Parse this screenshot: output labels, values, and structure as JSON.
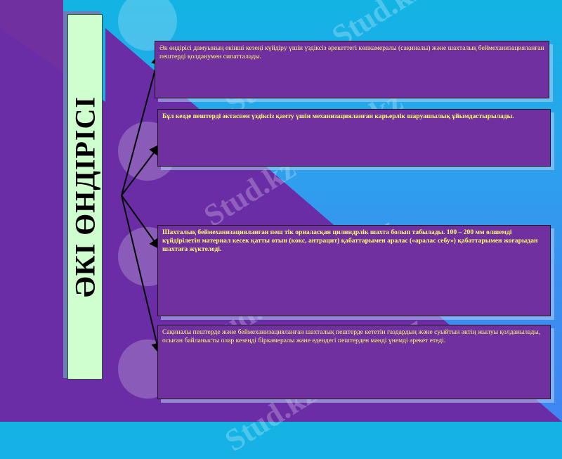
{
  "title": "ӘКІ ӨНДІРІСІ",
  "watermark": "Stud.kz - Stud.kz",
  "boxes": [
    {
      "text": "Әк өндірісі дамуының екінші кезеңі күйдіру үшін үздіксіз әрекеттегі көпкамералы (сақиналы) және шахталық беймеханизацияланған пештерді қолданумен сипатталады."
    },
    {
      "text": "Бұл кезде пештерді әктаспен үздіксіз қамту үшін механизацияланған карьерлік шаруашылық ұйымдастырылады."
    },
    {
      "text": "Шахталық беймеханизацияланған пеш тік орналасқан цилиндрлік шахта болып табылады. 100 – 200 мм өлшемді күйдірілетін материал кесек қатты отын (кокс, антрацит) қабаттарымен аралас («аралас себу») қабаттарымен жоғарыдан шахтаға жүктеледі."
    },
    {
      "text": "Сақиналы пештерде және беймеханизацияланған шахталық пештерде кететін газдардың және суыйтын әктің жылуы қолданылады, осыған байланысты олар кезеңді біркамералы және едендегі пештерден мәнді үнемді әрекет етеді."
    }
  ],
  "colors": {
    "background": "#2aa4ec",
    "purple": "#7030a0",
    "box_text": "#ffff66",
    "title_bar": "#cfffcf"
  }
}
